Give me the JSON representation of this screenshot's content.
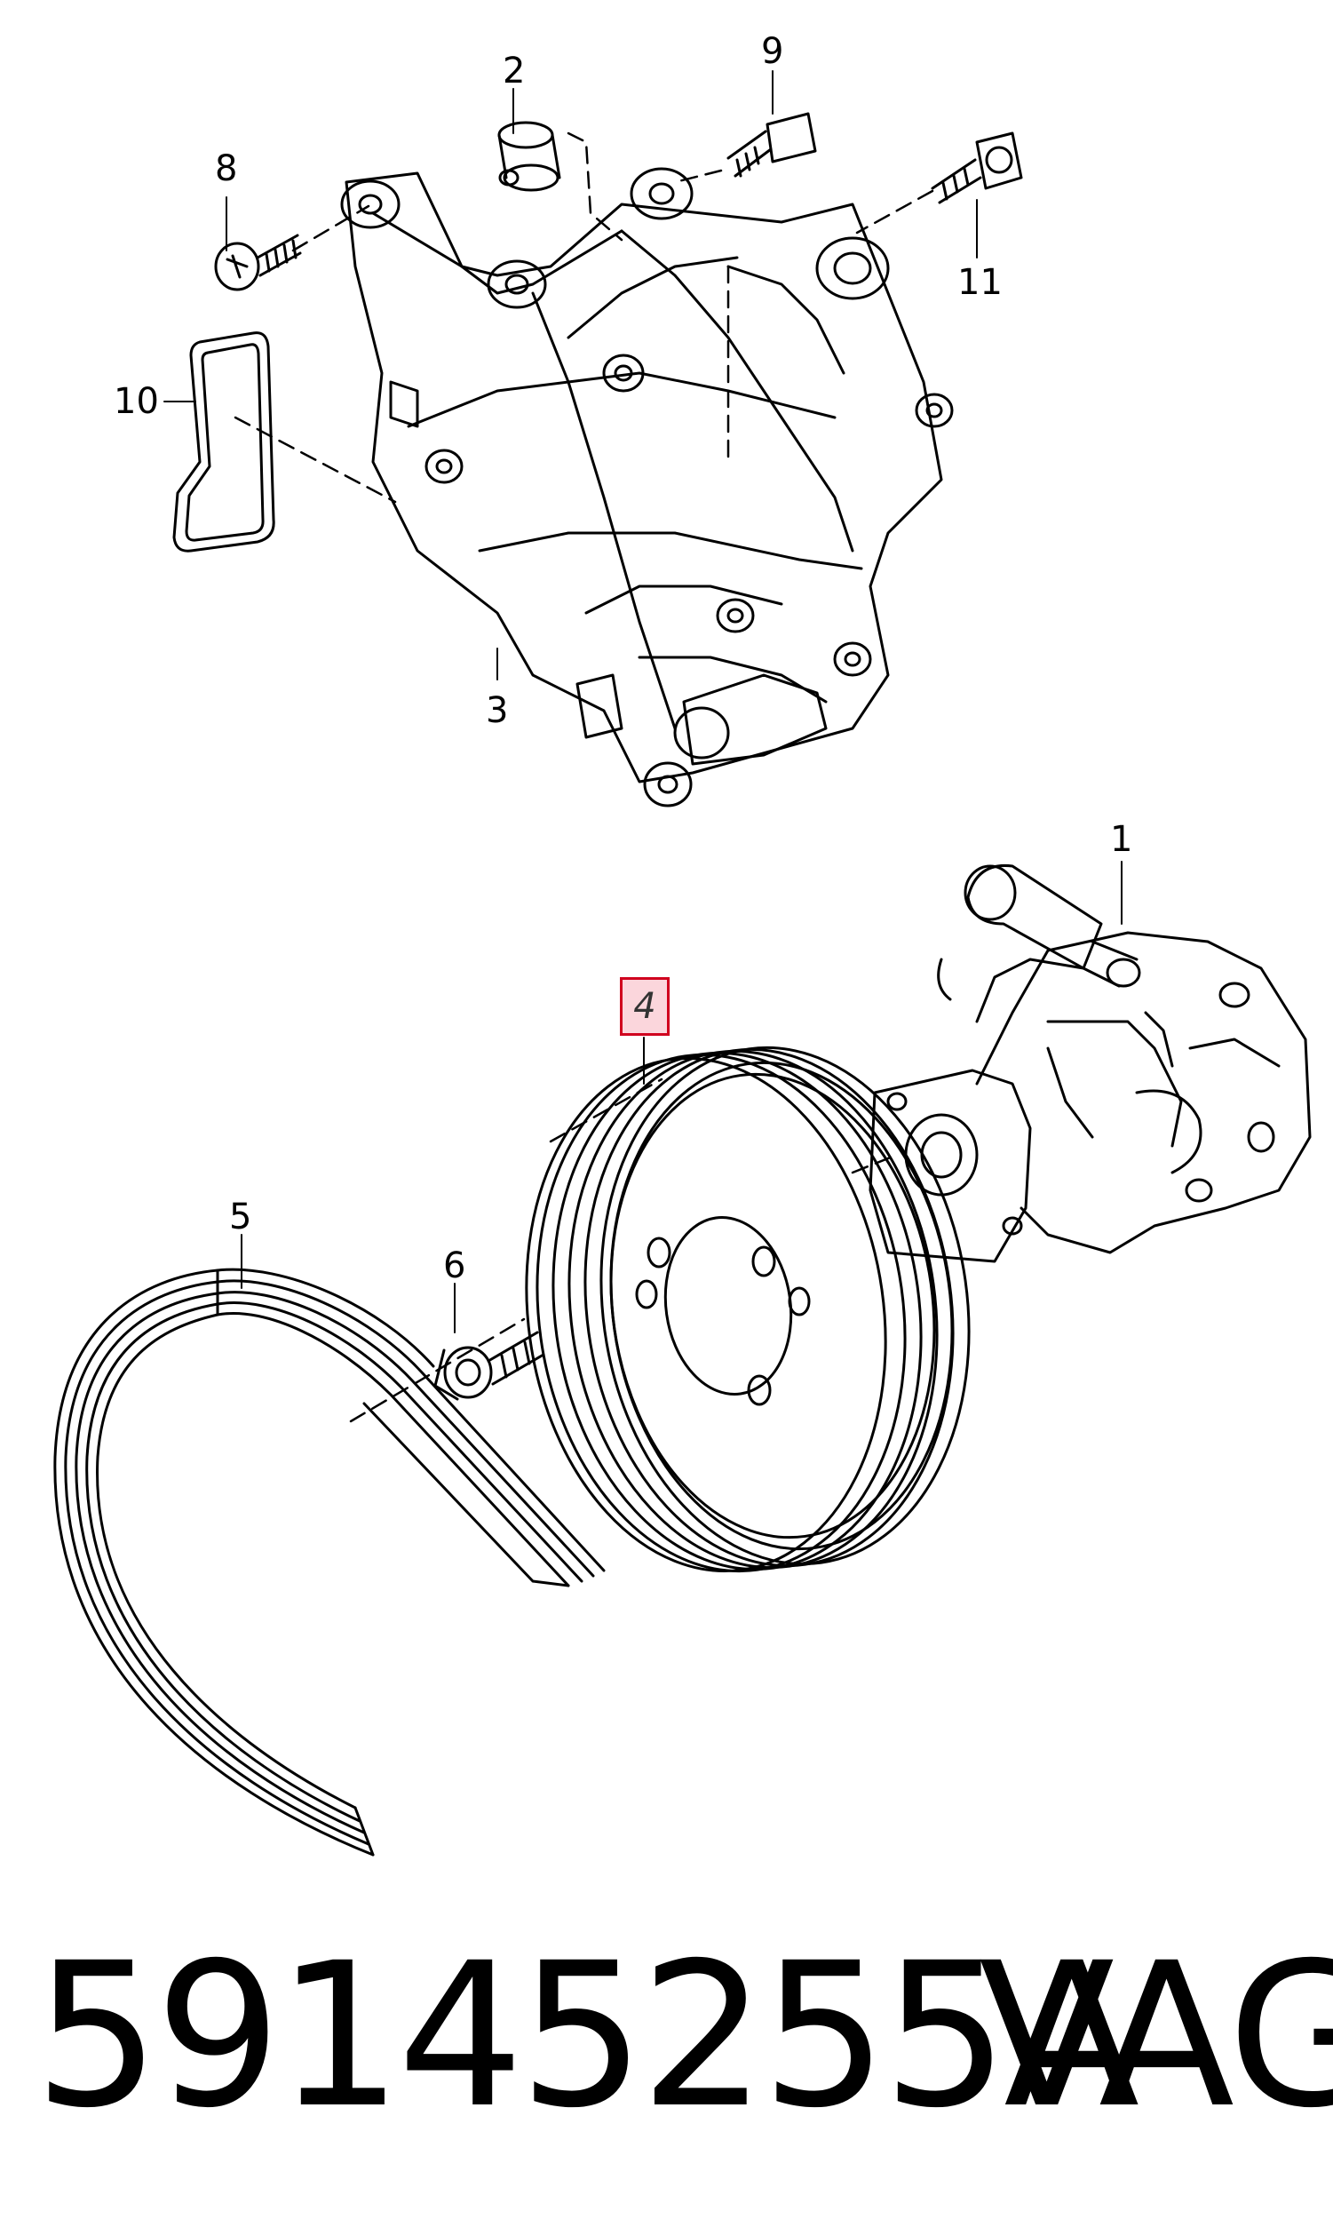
{
  "callouts": {
    "c1": "1",
    "c2": "2",
    "c3": "3",
    "c4": "4",
    "c5": "5",
    "c6": "6",
    "c8": "8",
    "c9": "9",
    "c10": "10",
    "c11": "11"
  },
  "highlighted_callout": "4",
  "highlight_color": "#d0001e",
  "footer": {
    "part_number": "59145255A",
    "brand": "VAG"
  }
}
